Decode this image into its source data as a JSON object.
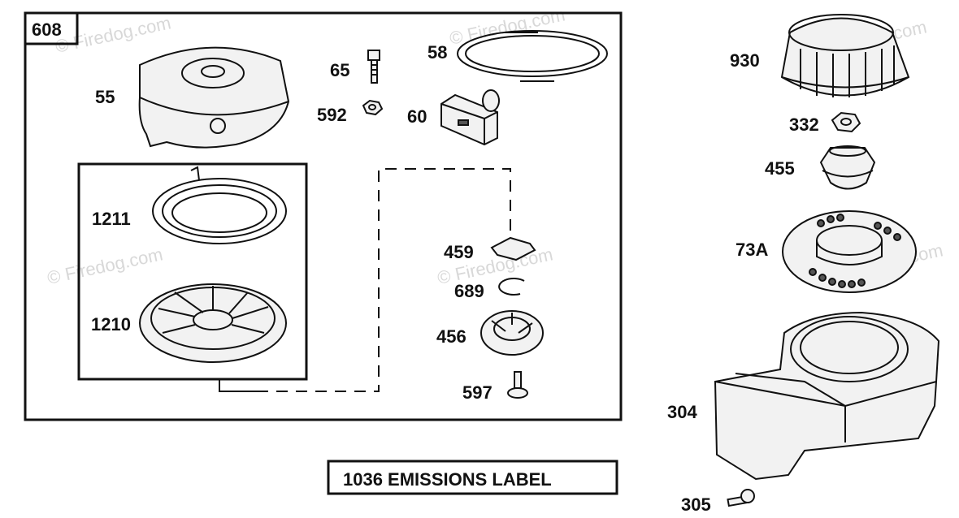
{
  "assembly_number": "608",
  "emissions_label_text": "1036 EMISSIONS LABEL",
  "watermark_text": "© Firedog.com",
  "parts": [
    {
      "id": "p55",
      "number": "55"
    },
    {
      "id": "p65",
      "number": "65"
    },
    {
      "id": "p592",
      "number": "592"
    },
    {
      "id": "p58",
      "number": "58"
    },
    {
      "id": "p60",
      "number": "60"
    },
    {
      "id": "p1211",
      "number": "1211"
    },
    {
      "id": "p1210",
      "number": "1210"
    },
    {
      "id": "p459",
      "number": "459"
    },
    {
      "id": "p689",
      "number": "689"
    },
    {
      "id": "p456",
      "number": "456"
    },
    {
      "id": "p597",
      "number": "597"
    },
    {
      "id": "p930",
      "number": "930"
    },
    {
      "id": "p332",
      "number": "332"
    },
    {
      "id": "p455",
      "number": "455"
    },
    {
      "id": "p73A",
      "number": "73A"
    },
    {
      "id": "p304",
      "number": "304"
    },
    {
      "id": "p305",
      "number": "305"
    }
  ]
}
